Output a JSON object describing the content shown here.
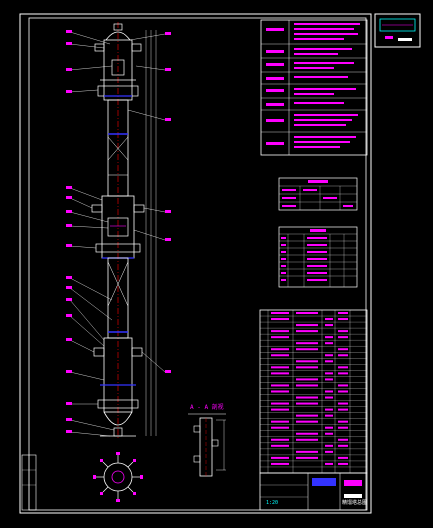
{
  "drawing": {
    "colors": {
      "background": "#000000",
      "frame": "#ffffff",
      "vessel": "#ffffff",
      "text": "#ff00ff",
      "centerline": "#ff0000",
      "tray": "#3333ff",
      "dimension": "#00ff00",
      "table_grid": "#ffffff",
      "accent": "#00ffff"
    },
    "title_block": {
      "drawing_name": "精馏塔总图",
      "scale": "1:20"
    },
    "detail_view": {
      "label": "A - A 剖视"
    },
    "icons": [
      "vessel-elevation-drawing",
      "nozzle-orientation-plan",
      "thumbnail-view"
    ]
  }
}
